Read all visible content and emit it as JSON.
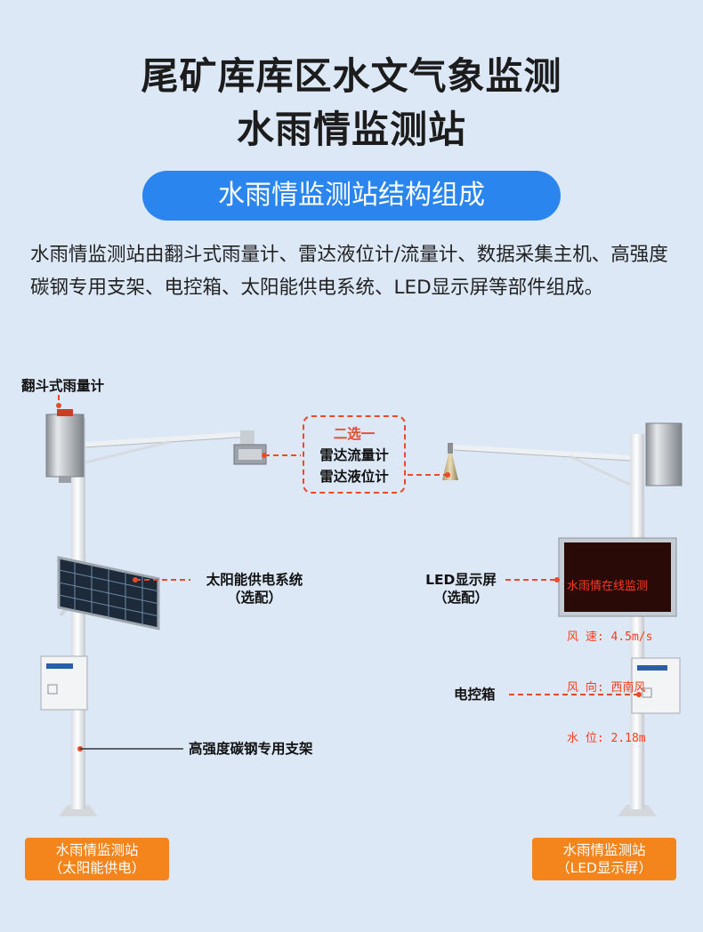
{
  "title": {
    "line1": "尾矿库库区水文气象监测",
    "line2": "水雨情监测站"
  },
  "section_pill": "水雨情监测站结构组成",
  "description": "水雨情监测站由翻斗式雨量计、雷达液位计/流量计、数据采集主机、高强度碳钢专用支架、电控箱、太阳能供电系统、LED显示屏等部件组成。",
  "labels": {
    "rain_gauge": "翻斗式雨量计",
    "choose_one": "二选一",
    "radar_flow": "雷达流量计",
    "radar_level": "雷达液位计",
    "solar": "太阳能供电系统",
    "solar_optional": "（选配）",
    "led": "LED显示屏",
    "led_optional": "（选配）",
    "control_box": "电控箱",
    "bracket": "高强度碳钢专用支架"
  },
  "led_screen": {
    "line1": "水雨情在线监测",
    "line2": "风 速: 4.5m/s",
    "line3": "风 向: 西南风",
    "line4": "水 位: 2.18m"
  },
  "badges": {
    "left_line1": "水雨情监测站",
    "left_line2": "（太阳能供电）",
    "right_line1": "水雨情监测站",
    "right_line2": "（LED显示屏）"
  },
  "colors": {
    "accent": "#2a86ee",
    "badge": "#f4841c",
    "callout": "#e84a2a",
    "led_text": "#ff3a1a"
  }
}
